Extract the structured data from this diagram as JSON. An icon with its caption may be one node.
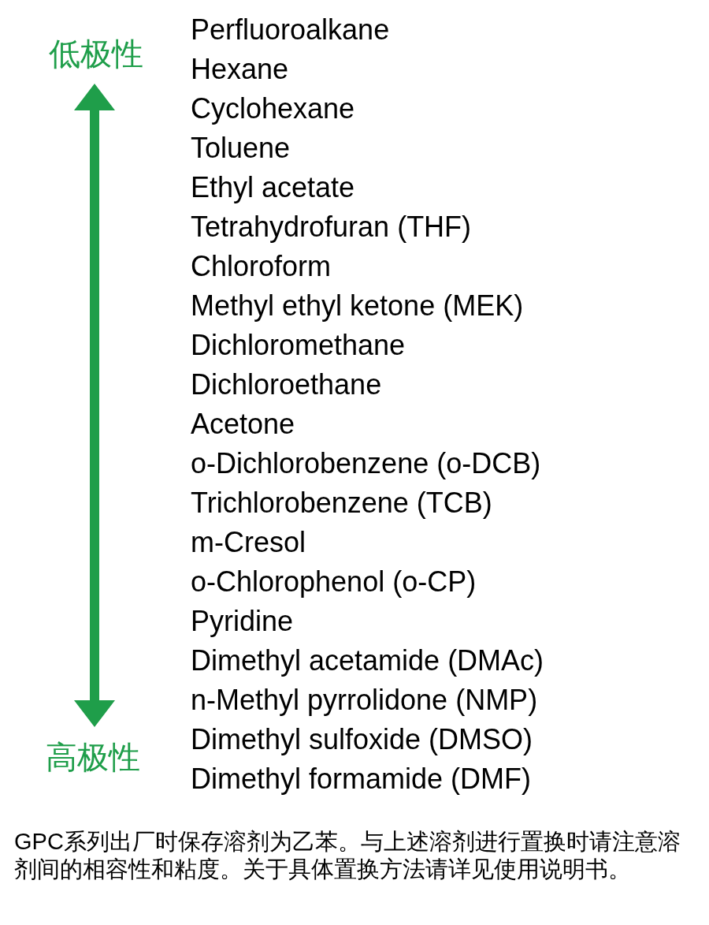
{
  "diagram": {
    "labels": [
      "低极性",
      "Perfluoroalkane",
      "Hexane",
      "Cyclohexane",
      "Toluene",
      "Ethyl acetate",
      "Tetrahydrofuran (THF)",
      "Chloroform",
      "Methyl ethyl ketone (MEK)",
      "Dichloromethane",
      "Dichloroethane",
      "Acetone",
      "o-Dichlorobenzene (o-DCB)",
      "Trichlorobenzene (TCB)",
      "m-Cresol",
      "o-Chlorophenol (o-CP)",
      "Pyridine",
      "Dimethyl acetamide (DMAc)",
      "n-Methyl pyrrolidone (NMP)",
      "Dimethyl sulfoxide (DMSO)",
      "Dimethyl formamide (DMF)",
      "高极性"
    ],
    "caption": "GPC系列出厂时保存溶剂为乙苯。与上述溶剂进行置换时请注意溶剂间的相容性和粘度。关于具体置换方法请详见使用说明书。"
  }
}
